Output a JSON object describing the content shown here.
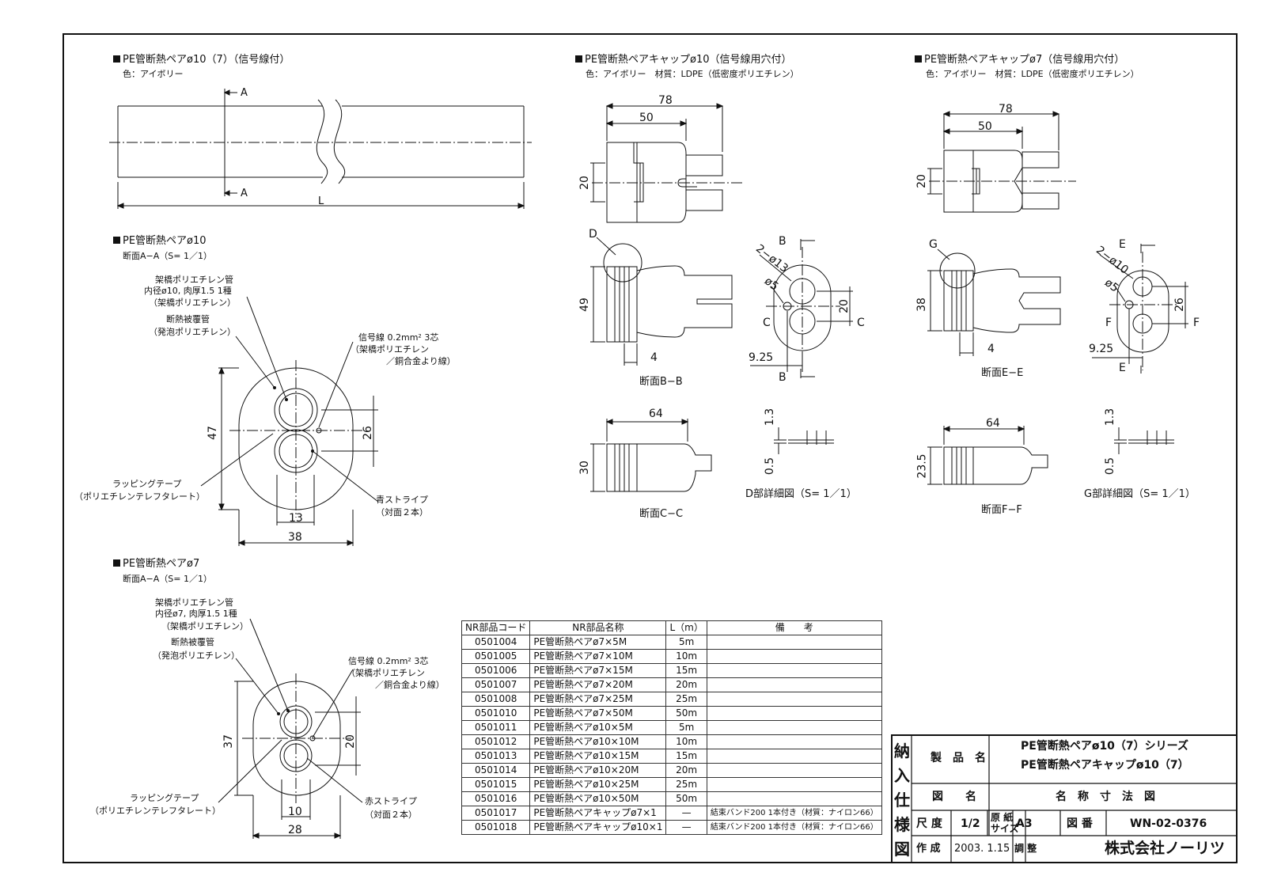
{
  "views": {
    "pipe": {
      "title": "PE管断熱ペアø10（7）（信号線付）",
      "color": "色：アイボリー",
      "section_a": "A",
      "length": "L"
    },
    "s10": {
      "title": "PE管断熱ペアø10",
      "sub": "断面A−A（S= 1／1）",
      "n1a": "架橋ポリエチレン管",
      "n1b": "内径ø10, 肉厚1.5 1種",
      "n1c": "（架橋ポリエチレン）",
      "n2a": "断熱被覆管",
      "n2b": "（発泡ポリエチレン）",
      "n3a": "信号線 0.2mm² 3芯",
      "n3b": "（架橋ポリエチレン",
      "n3c": "／銅合金より線）",
      "n4a": "ラッピングテープ",
      "n4b": "（ポリエチレンテレフタレート）",
      "n5a": "青ストライプ",
      "n5b": "（対面２本）",
      "d_h": "47",
      "d_pitch": "26",
      "d_tube": "13",
      "d_w": "38"
    },
    "s7": {
      "title": "PE管断熱ペアø7",
      "sub": "断面A−A（S= 1／1）",
      "n1a": "架橋ポリエチレン管",
      "n1b": "内径ø7, 肉厚1.5 1種",
      "n1c": "（架橋ポリエチレン）",
      "n2a": "断熱被覆管",
      "n2b": "（発泡ポリエチレン）",
      "n3a": "信号線 0.2mm² 3芯",
      "n3b": "（架橋ポリエチレン",
      "n3c": "／銅合金より線）",
      "n4a": "ラッピングテープ",
      "n4b": "（ポリエチレンテレフタレート）",
      "n5a": "赤ストライプ",
      "n5b": "（対面２本）",
      "d_h": "37",
      "d_pitch": "20",
      "d_tube": "10",
      "d_w": "28"
    },
    "cap10": {
      "title": "PE管断熱ペアキャップø10（信号線用穴付）",
      "color": "色：アイボリー　材質：LDPE（低密度ポリエチレン）",
      "d78": "78",
      "d50": "50",
      "d20": "20",
      "d49": "49",
      "d4": "4",
      "detail": "D",
      "sec_b": "B",
      "sec_c": "C",
      "hole": "2−ø13",
      "small": "ø5",
      "pitch": "20",
      "off": "9.25",
      "bb": "断面B−B",
      "d64": "64",
      "d30": "30",
      "cc": "断面C−C",
      "t13": "1.3",
      "t05": "0.5",
      "det": "D部詳細図（S= 1／1）"
    },
    "cap7": {
      "title": "PE管断熱ペアキャップø7（信号線用穴付）",
      "color": "色：アイボリー　材質：LDPE（低密度ポリエチレン）",
      "d78": "78",
      "d50": "50",
      "d20": "20",
      "d38": "38",
      "d4": "4",
      "detail": "G",
      "sec_e": "E",
      "sec_f": "F",
      "hole": "2−ø10",
      "small": "ø5",
      "pitch": "26",
      "off": "9.25",
      "ee": "断面E−E",
      "d64": "64",
      "d235": "23.5",
      "ff": "断面F−F",
      "t13": "1.3",
      "t05": "0.5",
      "det": "G部詳細図（S= 1／1）"
    }
  },
  "parts_table": {
    "headers": [
      "NR部品コード",
      "NR部品名称",
      "L（m）",
      "備　　考"
    ],
    "rows": [
      [
        "0501004",
        "PE管断熱ペアø7×5M",
        "5m",
        ""
      ],
      [
        "0501005",
        "PE管断熱ペアø7×10M",
        "10m",
        ""
      ],
      [
        "0501006",
        "PE管断熱ペアø7×15M",
        "15m",
        ""
      ],
      [
        "0501007",
        "PE管断熱ペアø7×20M",
        "20m",
        ""
      ],
      [
        "0501008",
        "PE管断熱ペアø7×25M",
        "25m",
        ""
      ],
      [
        "0501010",
        "PE管断熱ペアø7×50M",
        "50m",
        ""
      ],
      [
        "0501011",
        "PE管断熱ペアø10×5M",
        "5m",
        ""
      ],
      [
        "0501012",
        "PE管断熱ペアø10×10M",
        "10m",
        ""
      ],
      [
        "0501013",
        "PE管断熱ペアø10×15M",
        "15m",
        ""
      ],
      [
        "0501014",
        "PE管断熱ペアø10×20M",
        "20m",
        ""
      ],
      [
        "0501015",
        "PE管断熱ペアø10×25M",
        "25m",
        ""
      ],
      [
        "0501016",
        "PE管断熱ペアø10×50M",
        "50m",
        ""
      ],
      [
        "0501017",
        "PE管断熱ペアキャップø7×1",
        "—",
        "結束バンド200 1本付き（材質：ナイロン66）"
      ],
      [
        "0501018",
        "PE管断熱ペアキャップø10×1",
        "—",
        "結束バンド200 1本付き（材質：ナイロン66）"
      ]
    ]
  },
  "title_block": {
    "vertical": "納入仕様図",
    "product_label": "製　品　名",
    "product_1": "PE管断熱ペアø10（7）シリーズ",
    "product_2": "PE管断熱ペアキャップø10（7）",
    "drawing_label": "図　　名",
    "drawing_name": "名　称　寸　法　図",
    "scale_label": "尺 度",
    "scale": "1/2",
    "paper_label_1": "原 紙",
    "paper_label_2": "サイズ",
    "paper": "A3",
    "number_label": "図 番",
    "number": "WN-02-0376",
    "made_label": "作 成",
    "date": "2003. 1.15",
    "adjust_label": "調 整",
    "company": "株式会社ノーリツ"
  }
}
